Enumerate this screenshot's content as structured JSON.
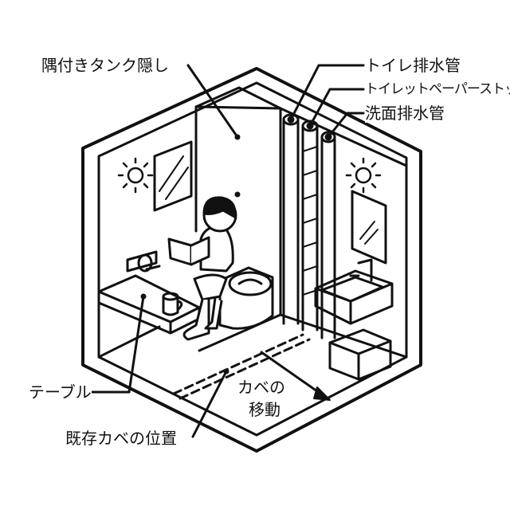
{
  "labels": {
    "tank_cover": "隅付きタンク隠し",
    "toilet_drain": "トイレ排水管",
    "paper_stock": "トイレットペーパーストック",
    "sink_drain": "洗面排水管",
    "table": "テーブル",
    "old_wall": "既存カベの位置",
    "wall_move_1": "カベの",
    "wall_move_2": "移動"
  },
  "colors": {
    "line": "#111111",
    "background": "#ffffff"
  }
}
